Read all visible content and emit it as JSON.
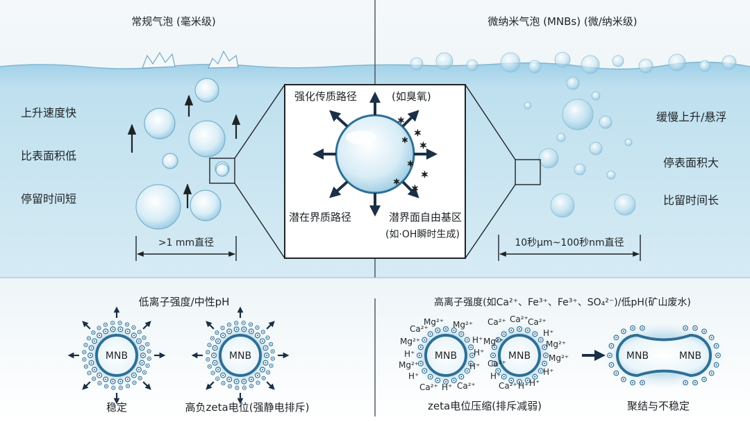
{
  "top": {
    "left_title": "常规气泡 (毫米级)",
    "right_title": "微纳米气泡 (MNBs) (微/纳米级)",
    "left_properties": [
      "上升速度快",
      "比表面积低",
      "停留时间短"
    ],
    "right_properties": [
      "缓慢上升/悬浮",
      "停表面积大",
      "比留时间长"
    ],
    "left_size": ">1 mm直径",
    "right_size": "10秒μm~100秒nm直径",
    "center": {
      "top_left": "强化传质路径",
      "top_right": "(如臭氧)",
      "bottom_left": "潜在界质路径",
      "bottom_right_1": "潜界面自由基区",
      "bottom_right_2": "(如·OH瞬时生成)"
    }
  },
  "bottom": {
    "left_title": "低离子强度/中性pH",
    "right_title": "高离子强度(如Ca²⁺、Fe³⁺、Fe³⁺、SO₄²⁻)/低pH(矿山废水)",
    "bubble_label": "MNB",
    "stable_label": "稳定",
    "zeta_label": "高负zeta电位(强静电排斥)",
    "compress_label": "zeta电位压缩(排斥减弱)",
    "aggregate_label": "聚结与不稳定",
    "ions": {
      "mg": "Mg²⁺",
      "ca": "Ca²⁺",
      "h": "H⁺"
    }
  },
  "colors": {
    "water_top": "#dcedf6",
    "water_deep": "#c4e1ef",
    "bubble_ring": "#2f6f95",
    "arrow": "#1b2f45"
  }
}
